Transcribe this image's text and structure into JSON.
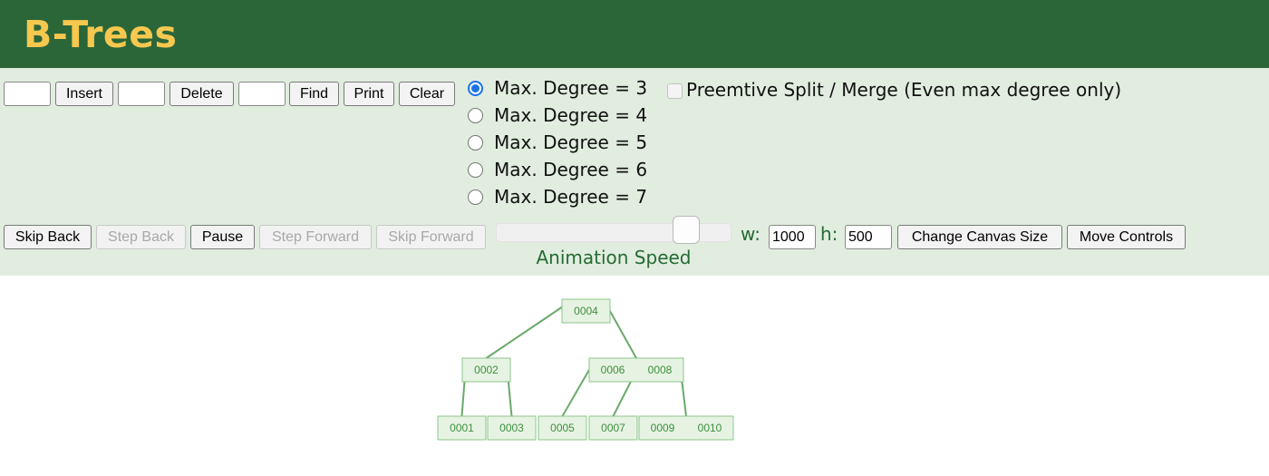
{
  "header": {
    "title": "B-Trees"
  },
  "toolbar": {
    "insert_label": "Insert",
    "delete_label": "Delete",
    "find_label": "Find",
    "print_label": "Print",
    "clear_label": "Clear"
  },
  "degree_options": [
    {
      "label": "Max. Degree = 3",
      "checked": true
    },
    {
      "label": "Max. Degree = 4",
      "checked": false
    },
    {
      "label": "Max. Degree = 5",
      "checked": false
    },
    {
      "label": "Max. Degree = 6",
      "checked": false
    },
    {
      "label": "Max. Degree = 7",
      "checked": false
    }
  ],
  "preemptive": {
    "label": "Preemtive Split / Merge (Even max degree only)",
    "checked": false
  },
  "animation": {
    "skip_back": "Skip Back",
    "step_back": "Step Back",
    "pause": "Pause",
    "step_forward": "Step Forward",
    "skip_forward": "Skip Forward",
    "speed_label": "Animation Speed",
    "speed_value": 0.75
  },
  "canvas_size": {
    "w_label": "w:",
    "h_label": "h:",
    "width": "1000",
    "height": "500",
    "change_label": "Change Canvas Size",
    "move_label": "Move Controls"
  },
  "tree": {
    "node_color": "#e6f3e2",
    "border_color": "#8cc48c",
    "text_color": "#3e8e3e",
    "edge_color": "#6aa96a",
    "nodes": [
      {
        "id": "root",
        "keys": [
          "0004"
        ]
      },
      {
        "id": "left",
        "keys": [
          "0002"
        ]
      },
      {
        "id": "right",
        "keys": [
          "0006",
          "0008"
        ]
      },
      {
        "id": "leaf1",
        "keys": [
          "0001"
        ]
      },
      {
        "id": "leaf2",
        "keys": [
          "0003"
        ]
      },
      {
        "id": "leaf3",
        "keys": [
          "0005"
        ]
      },
      {
        "id": "leaf4",
        "keys": [
          "0007"
        ]
      },
      {
        "id": "leaf5",
        "keys": [
          "0009",
          "0010"
        ]
      }
    ]
  }
}
